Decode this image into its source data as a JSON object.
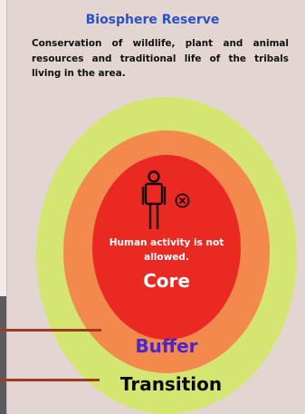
{
  "diagram": {
    "title": "Biosphere Reserve",
    "description": "Conservation of wildlife, plant and animal resources and traditional life of the tribals living in the area.",
    "zones": {
      "core": {
        "label": "Core",
        "note": "Human activity is not allowed.",
        "color": "#ea2a22"
      },
      "buffer": {
        "label": "Buffer",
        "color": "#f4894d",
        "label_color": "#4b27c9"
      },
      "transition": {
        "label": "Transition",
        "color": "#d5e571",
        "label_color": "#0b0b0b"
      }
    },
    "icons": [
      "person-icon",
      "prohibited-icon"
    ],
    "colors": {
      "title": "#2c51c4",
      "background": "#e3d6d2",
      "pointer": "#9a3b25"
    }
  }
}
